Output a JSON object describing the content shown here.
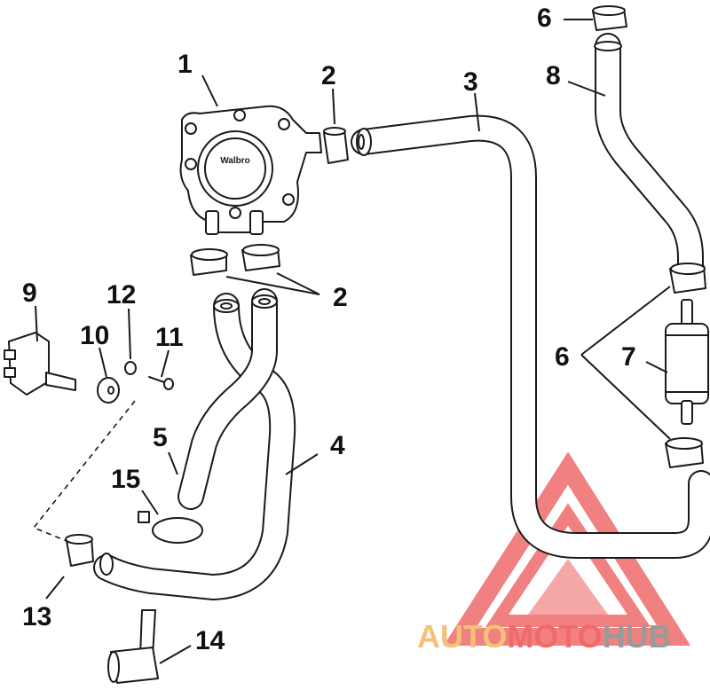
{
  "callouts": {
    "c1": "1",
    "c2a": "2",
    "c2b": "2",
    "c3": "3",
    "c4": "4",
    "c5": "5",
    "c6a": "6",
    "c6b": "6",
    "c7": "7",
    "c8": "8",
    "c9": "9",
    "c10": "10",
    "c11": "11",
    "c12": "12",
    "c13": "13",
    "c14": "14",
    "c15": "15"
  },
  "pump_brand": "Walbro",
  "watermark": {
    "word1": "AUTO",
    "word2": "MOTO",
    "word3": "HUB",
    "colors": {
      "red": "#ef6b6b",
      "orange": "#f5c07a",
      "gray": "#9a9a9a"
    }
  },
  "colors": {
    "line": "#1a1a1a",
    "background": "#ffffff"
  }
}
